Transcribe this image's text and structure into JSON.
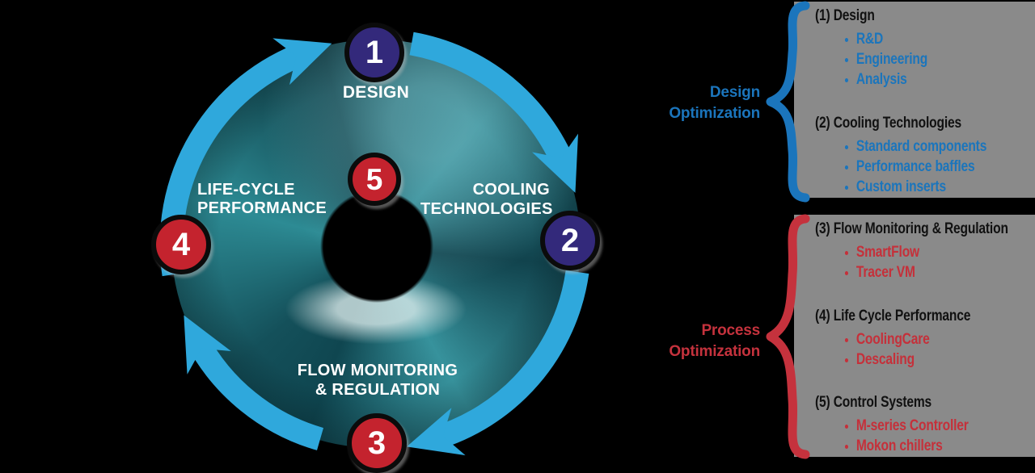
{
  "wheel": {
    "stages": [
      {
        "number": "1",
        "label": "DESIGN"
      },
      {
        "number": "2",
        "label": "COOLING\nTECHNOLOGIES"
      },
      {
        "number": "3",
        "label": "FLOW MONITORING\n& REGULATION"
      },
      {
        "number": "4",
        "label": "LIFE-CYCLE\nPERFORMANCE"
      },
      {
        "number": "5",
        "label": ""
      }
    ]
  },
  "annotations": {
    "design_optimization": "Design\nOptimization",
    "process_optimization": "Process\nOptimization"
  },
  "panels": {
    "design": {
      "groups": [
        {
          "heading": "(1) Design",
          "items": [
            "R&D",
            "Engineering",
            "Analysis"
          ]
        },
        {
          "heading": "(2) Cooling Technologies",
          "items": [
            "Standard components",
            "Performance baffles",
            "Custom inserts"
          ]
        }
      ]
    },
    "process": {
      "groups": [
        {
          "heading": "(3) Flow Monitoring & Regulation",
          "items": [
            "SmartFlow",
            "Tracer VM"
          ]
        },
        {
          "heading": "(4) Life Cycle Performance",
          "items": [
            "CoolingCare",
            "Descaling"
          ]
        },
        {
          "heading": "(5) Control Systems",
          "items": [
            "M-series Controller",
            "Mokon chillers"
          ]
        }
      ]
    }
  },
  "colors": {
    "arrow_blue": "#2fa8dc",
    "badge_blue": "#33297b",
    "badge_red": "#c4232e",
    "panel_gray": "#8a8a8a",
    "text_blue": "#1b75bc",
    "text_red": "#c5303a",
    "background": "#000000"
  }
}
